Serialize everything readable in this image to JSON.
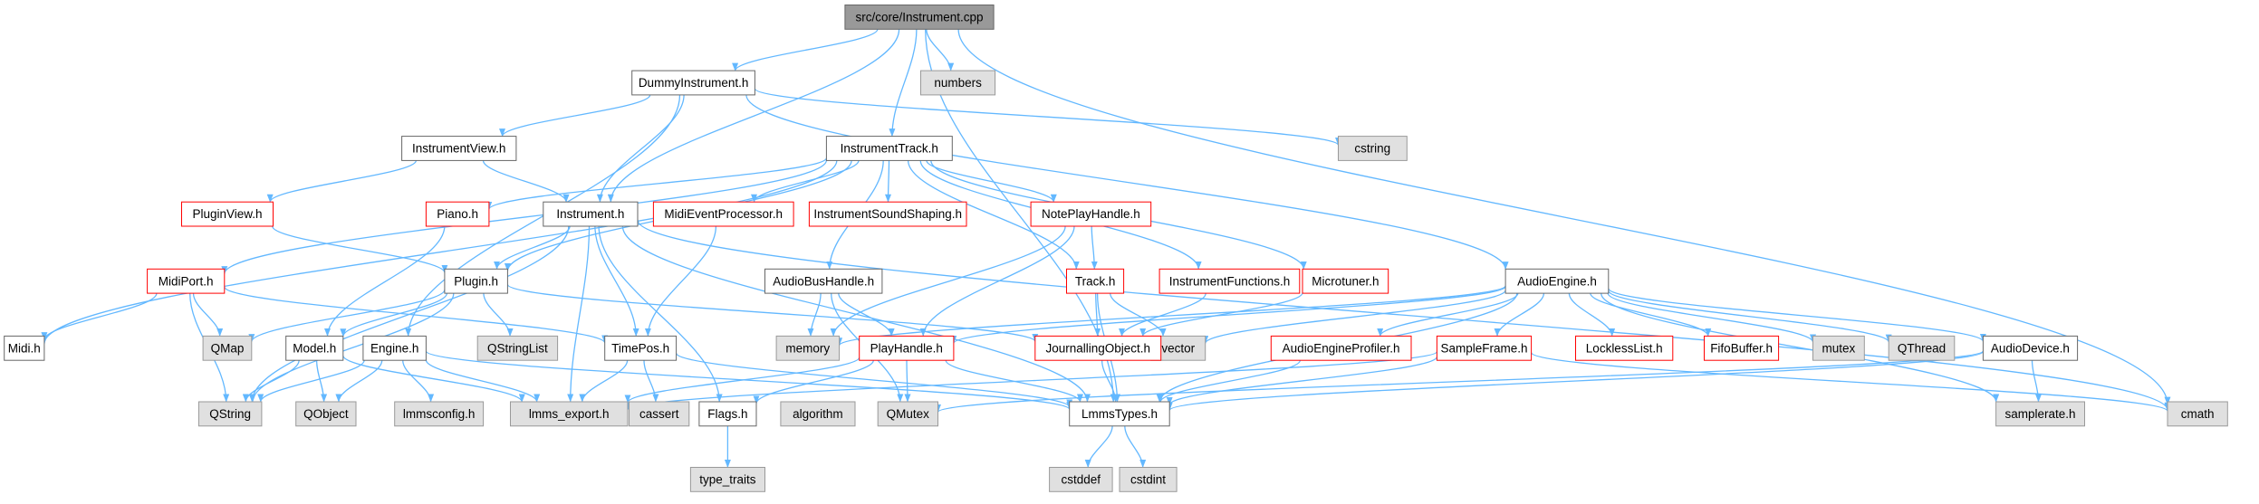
{
  "colors": {
    "edge": "#63b8ff",
    "root_fill": "#999999",
    "node_fill": "#ffffff",
    "node_border": "#666666",
    "truncated_border": "#ff0000",
    "system_fill": "#e0e0e0",
    "system_border": "#999999",
    "text": "#000000"
  },
  "nodes": [
    {
      "id": "root",
      "label": "src/core/Instrument.cpp",
      "kind": "root"
    },
    {
      "id": "numbers",
      "label": "numbers",
      "kind": "system"
    },
    {
      "id": "cstring",
      "label": "cstring",
      "kind": "system"
    },
    {
      "id": "cmath",
      "label": "cmath",
      "kind": "system"
    },
    {
      "id": "dummy",
      "label": "DummyInstrument.h",
      "kind": "normal"
    },
    {
      "id": "instrumentview",
      "label": "InstrumentView.h",
      "kind": "normal"
    },
    {
      "id": "instrumenttrack",
      "label": "InstrumentTrack.h",
      "kind": "normal"
    },
    {
      "id": "pluginview",
      "label": "PluginView.h",
      "kind": "truncated"
    },
    {
      "id": "piano",
      "label": "Piano.h",
      "kind": "truncated"
    },
    {
      "id": "instrument",
      "label": "Instrument.h",
      "kind": "normal"
    },
    {
      "id": "midievent",
      "label": "MidiEventProcessor.h",
      "kind": "truncated"
    },
    {
      "id": "soundshaping",
      "label": "InstrumentSoundShaping.h",
      "kind": "truncated"
    },
    {
      "id": "noteplay",
      "label": "NotePlayHandle.h",
      "kind": "truncated"
    },
    {
      "id": "midiport",
      "label": "MidiPort.h",
      "kind": "truncated"
    },
    {
      "id": "plugin",
      "label": "Plugin.h",
      "kind": "normal"
    },
    {
      "id": "audiobus",
      "label": "AudioBusHandle.h",
      "kind": "normal"
    },
    {
      "id": "track",
      "label": "Track.h",
      "kind": "truncated"
    },
    {
      "id": "instrfuncs",
      "label": "InstrumentFunctions.h",
      "kind": "truncated"
    },
    {
      "id": "microtuner",
      "label": "Microtuner.h",
      "kind": "truncated"
    },
    {
      "id": "audioengine",
      "label": "AudioEngine.h",
      "kind": "normal"
    },
    {
      "id": "midi",
      "label": "Midi.h",
      "kind": "normal"
    },
    {
      "id": "qmap",
      "label": "QMap",
      "kind": "system"
    },
    {
      "id": "qstringlist",
      "label": "QStringList",
      "kind": "system"
    },
    {
      "id": "timepos",
      "label": "TimePos.h",
      "kind": "normal"
    },
    {
      "id": "memory",
      "label": "memory",
      "kind": "system"
    },
    {
      "id": "vector",
      "label": "vector",
      "kind": "system"
    },
    {
      "id": "journalling",
      "label": "JournallingObject.h",
      "kind": "truncated"
    },
    {
      "id": "aeprofiler",
      "label": "AudioEngineProfiler.h",
      "kind": "truncated"
    },
    {
      "id": "sampleframe",
      "label": "SampleFrame.h",
      "kind": "truncated"
    },
    {
      "id": "locklesslist",
      "label": "LocklessList.h",
      "kind": "truncated"
    },
    {
      "id": "fifobuffer",
      "label": "FifoBuffer.h",
      "kind": "truncated"
    },
    {
      "id": "mutex",
      "label": "mutex",
      "kind": "system"
    },
    {
      "id": "qthread",
      "label": "QThread",
      "kind": "system"
    },
    {
      "id": "audiodevice",
      "label": "AudioDevice.h",
      "kind": "normal"
    },
    {
      "id": "model",
      "label": "Model.h",
      "kind": "normal"
    },
    {
      "id": "engine",
      "label": "Engine.h",
      "kind": "normal"
    },
    {
      "id": "playhandle",
      "label": "PlayHandle.h",
      "kind": "truncated"
    },
    {
      "id": "qstring",
      "label": "QString",
      "kind": "system"
    },
    {
      "id": "qobject",
      "label": "QObject",
      "kind": "system"
    },
    {
      "id": "lmmsconfig",
      "label": "lmmsconfig.h",
      "kind": "system"
    },
    {
      "id": "lmmsexport",
      "label": "lmms_export.h",
      "kind": "system"
    },
    {
      "id": "cassert",
      "label": "cassert",
      "kind": "system"
    },
    {
      "id": "flags",
      "label": "Flags.h",
      "kind": "normal"
    },
    {
      "id": "algorithm",
      "label": "algorithm",
      "kind": "system"
    },
    {
      "id": "qmutex",
      "label": "QMutex",
      "kind": "system"
    },
    {
      "id": "lmmstypes",
      "label": "LmmsTypes.h",
      "kind": "normal"
    },
    {
      "id": "samplerate",
      "label": "samplerate.h",
      "kind": "system"
    },
    {
      "id": "typetraits",
      "label": "type_traits",
      "kind": "system"
    },
    {
      "id": "cstddef",
      "label": "cstddef",
      "kind": "system"
    },
    {
      "id": "cstdint",
      "label": "cstdint",
      "kind": "system"
    }
  ],
  "edges": [
    [
      "root",
      "numbers"
    ],
    [
      "root",
      "dummy"
    ],
    [
      "root",
      "instrumenttrack"
    ],
    [
      "root",
      "instrument"
    ],
    [
      "root",
      "lmmstypes"
    ],
    [
      "root",
      "cmath"
    ],
    [
      "dummy",
      "instrumentview"
    ],
    [
      "dummy",
      "instrument"
    ],
    [
      "dummy",
      "engine"
    ],
    [
      "dummy",
      "audioengine"
    ],
    [
      "dummy",
      "cstring"
    ],
    [
      "instrumentview",
      "pluginview"
    ],
    [
      "instrumentview",
      "instrument"
    ],
    [
      "pluginview",
      "plugin"
    ],
    [
      "instrumenttrack",
      "midi"
    ],
    [
      "instrumenttrack",
      "midiport"
    ],
    [
      "instrumenttrack",
      "piano"
    ],
    [
      "instrumenttrack",
      "plugin"
    ],
    [
      "instrumenttrack",
      "midievent"
    ],
    [
      "instrumenttrack",
      "soundshaping"
    ],
    [
      "instrumenttrack",
      "noteplay"
    ],
    [
      "instrumenttrack",
      "audiobus"
    ],
    [
      "instrumenttrack",
      "track"
    ],
    [
      "instrumenttrack",
      "instrfuncs"
    ],
    [
      "instrumenttrack",
      "microtuner"
    ],
    [
      "piano",
      "model"
    ],
    [
      "instrument",
      "qstring"
    ],
    [
      "instrument",
      "plugin"
    ],
    [
      "instrument",
      "timepos"
    ],
    [
      "instrument",
      "lmmsexport"
    ],
    [
      "instrument",
      "flags"
    ],
    [
      "instrument",
      "lmmstypes"
    ],
    [
      "instrument",
      "cmath"
    ],
    [
      "midievent",
      "timepos"
    ],
    [
      "noteplay",
      "track"
    ],
    [
      "noteplay",
      "playhandle"
    ],
    [
      "noteplay",
      "memory"
    ],
    [
      "midiport",
      "midi"
    ],
    [
      "midiport",
      "qmap"
    ],
    [
      "midiport",
      "qstring"
    ],
    [
      "midiport",
      "timepos"
    ],
    [
      "plugin",
      "qmap"
    ],
    [
      "plugin",
      "qstringlist"
    ],
    [
      "plugin",
      "model"
    ],
    [
      "plugin",
      "journalling"
    ],
    [
      "plugin",
      "qstring"
    ],
    [
      "audiobus",
      "memory"
    ],
    [
      "audiobus",
      "playhandle"
    ],
    [
      "audiobus",
      "qmutex"
    ],
    [
      "track",
      "vector"
    ],
    [
      "track",
      "journalling"
    ],
    [
      "track",
      "lmmstypes"
    ],
    [
      "instrfuncs",
      "journalling"
    ],
    [
      "microtuner",
      "journalling"
    ],
    [
      "audioengine",
      "memory"
    ],
    [
      "audioengine",
      "vector"
    ],
    [
      "audioengine",
      "playhandle"
    ],
    [
      "audioengine",
      "aeprofiler"
    ],
    [
      "audioengine",
      "sampleframe"
    ],
    [
      "audioengine",
      "locklesslist"
    ],
    [
      "audioengine",
      "fifobuffer"
    ],
    [
      "audioengine",
      "mutex"
    ],
    [
      "audioengine",
      "qthread"
    ],
    [
      "audioengine",
      "audiodevice"
    ],
    [
      "audioengine",
      "lmmstypes"
    ],
    [
      "audioengine",
      "samplerate"
    ],
    [
      "timepos",
      "lmmsexport"
    ],
    [
      "timepos",
      "cassert"
    ],
    [
      "timepos",
      "lmmstypes"
    ],
    [
      "journalling",
      "lmmstypes"
    ],
    [
      "aeprofiler",
      "lmmstypes"
    ],
    [
      "sampleframe",
      "lmmstypes"
    ],
    [
      "sampleframe",
      "cmath"
    ],
    [
      "sampleframe",
      "lmmsexport"
    ],
    [
      "audiodevice",
      "samplerate"
    ],
    [
      "audiodevice",
      "qmutex"
    ],
    [
      "audiodevice",
      "lmmstypes"
    ],
    [
      "model",
      "qobject"
    ],
    [
      "model",
      "qstring"
    ],
    [
      "model",
      "lmmsexport"
    ],
    [
      "engine",
      "qobject"
    ],
    [
      "engine",
      "qstring"
    ],
    [
      "engine",
      "lmmsconfig"
    ],
    [
      "engine",
      "lmmsexport"
    ],
    [
      "engine",
      "lmmstypes"
    ],
    [
      "playhandle",
      "flags"
    ],
    [
      "playhandle",
      "qmutex"
    ],
    [
      "playhandle",
      "lmmsexport"
    ],
    [
      "playhandle",
      "lmmstypes"
    ],
    [
      "flags",
      "typetraits"
    ],
    [
      "lmmstypes",
      "cstddef"
    ],
    [
      "lmmstypes",
      "cstdint"
    ]
  ]
}
